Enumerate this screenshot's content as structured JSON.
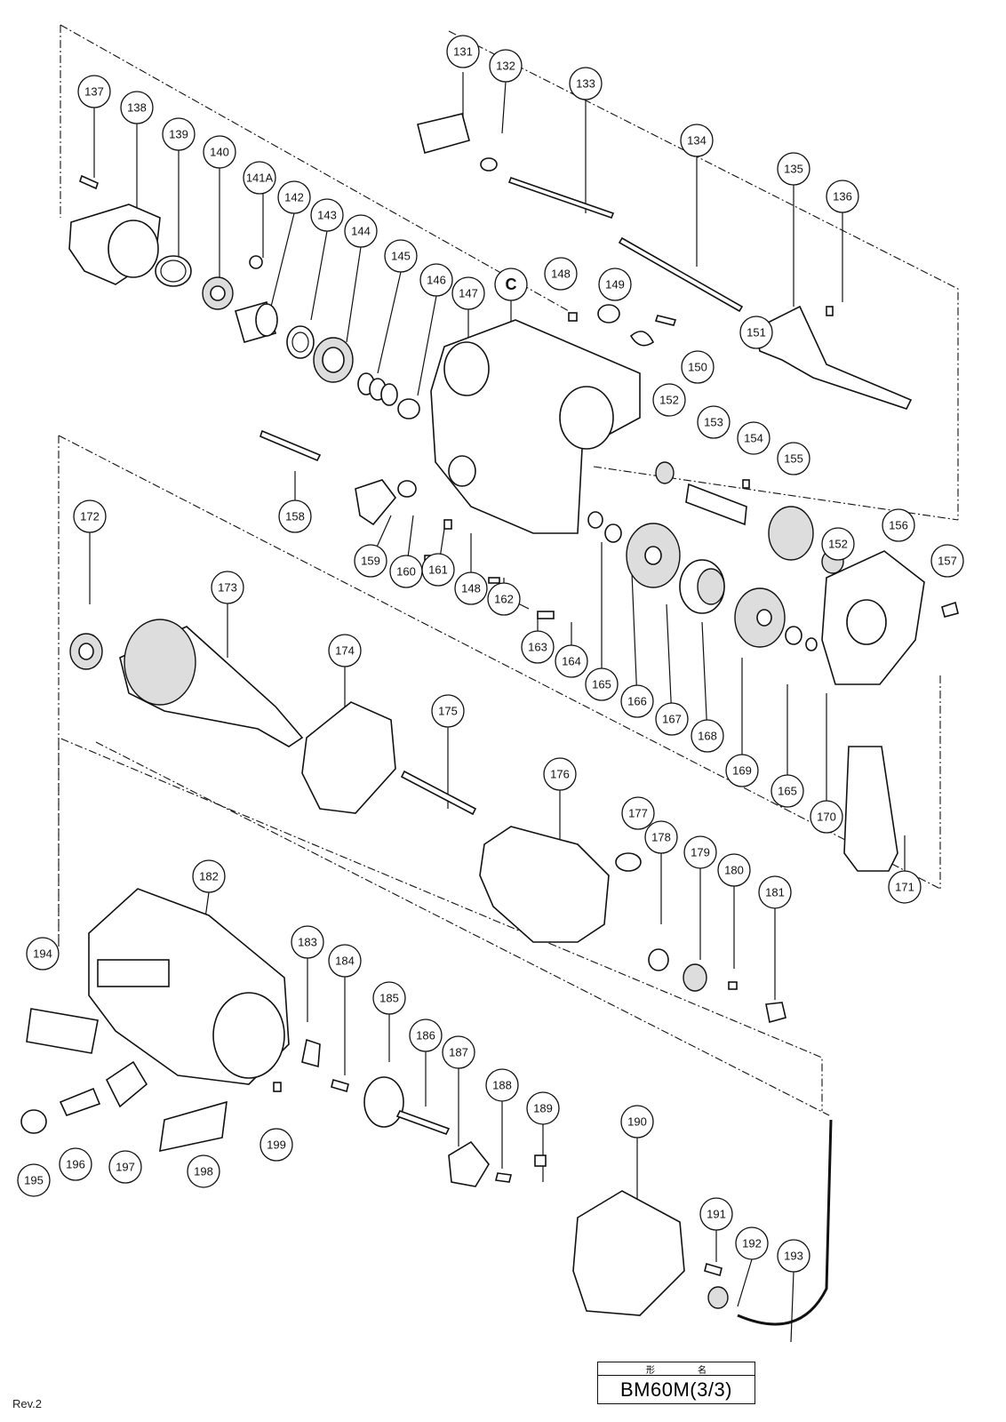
{
  "footer": {
    "revision": "Rev.2"
  },
  "model_box": {
    "header_left": "形",
    "header_right": "名",
    "model": "BM60M(3/3)"
  },
  "section_marker": "C",
  "parts": [
    "131",
    "132",
    "133",
    "134",
    "135",
    "136",
    "137",
    "138",
    "139",
    "140",
    "141A",
    "142",
    "143",
    "144",
    "145",
    "146",
    "147",
    "148",
    "149",
    "150",
    "151",
    "152",
    "153",
    "154",
    "155",
    "156",
    "157",
    "158",
    "159",
    "160",
    "161",
    "148",
    "162",
    "163",
    "164",
    "165",
    "166",
    "167",
    "168",
    "169",
    "165",
    "170",
    "171",
    "152",
    "172",
    "173",
    "174",
    "175",
    "176",
    "177",
    "178",
    "179",
    "180",
    "181",
    "182",
    "183",
    "184",
    "185",
    "186",
    "187",
    "188",
    "189",
    "190",
    "191",
    "192",
    "193",
    "194",
    "195",
    "196",
    "197",
    "198",
    "199"
  ]
}
